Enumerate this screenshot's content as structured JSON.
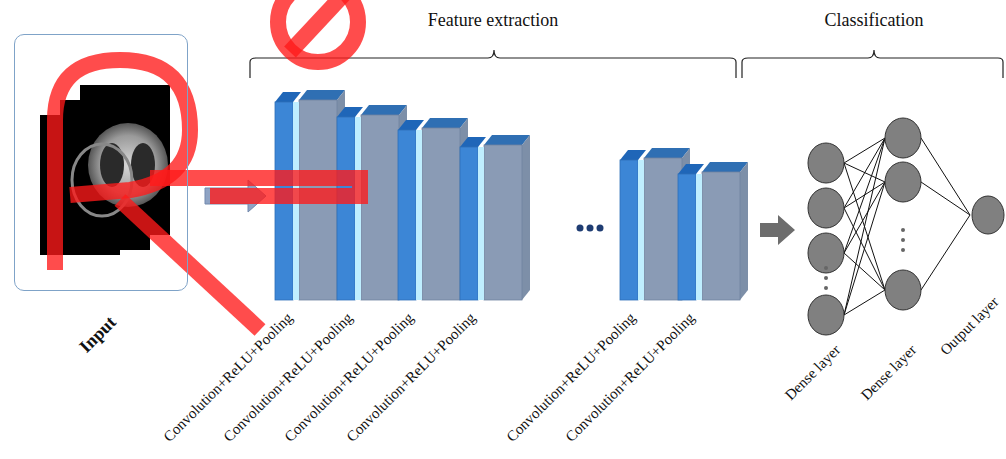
{
  "diagram": {
    "nodes": [
      {
        "text": [
          "Input"
        ]
      }
    ],
    "labels": [
      "Feature extraction",
      "Classification",
      "Convolution+ReLU+Pooling",
      "Convolution+ReLU+Pooling",
      "Convolution+ReLU+Pooling",
      "Convolution+ReLU+Pooling",
      "Convolution+ReLU+Pooling",
      "Convolution+ReLU+Pooling",
      "Dense layer",
      "Dense layer",
      "Output layer"
    ]
  }
}
